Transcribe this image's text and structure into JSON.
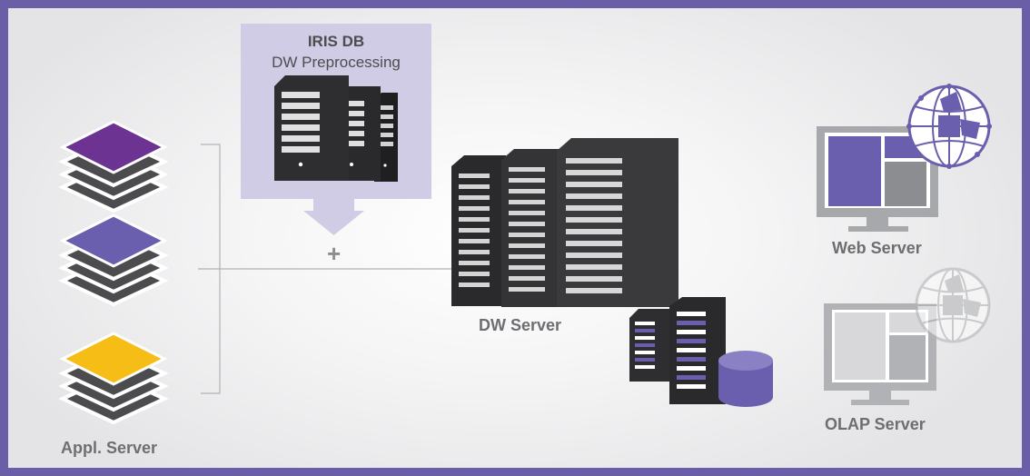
{
  "labels": {
    "iris_title": "IRIS DB",
    "iris_subtitle": "DW Preprocessing",
    "plus": "+",
    "dw_server": "DW Server",
    "appl_server": "Appl. Server",
    "web_server": "Web Server",
    "olap_server": "OLAP Server"
  },
  "colors": {
    "frame": "#6b5ea8",
    "purple_dark": "#6c3393",
    "purple_mid": "#6a5fae",
    "yellow": "#f6bd16",
    "iris_box": "#d0cce6",
    "server_dark": "#2e2e30",
    "monitor_purple": "#6a5fae",
    "monitor_gray": "#a7a8ab",
    "db_cylinder": "#6a5fae",
    "label_text": "#6d6e71"
  },
  "icons": [
    "layer-stack-purple-icon",
    "layer-stack-violet-icon",
    "layer-stack-yellow-icon",
    "server-rack-icon",
    "monitor-icon",
    "globe-icon",
    "database-icon",
    "down-arrow-icon"
  ]
}
